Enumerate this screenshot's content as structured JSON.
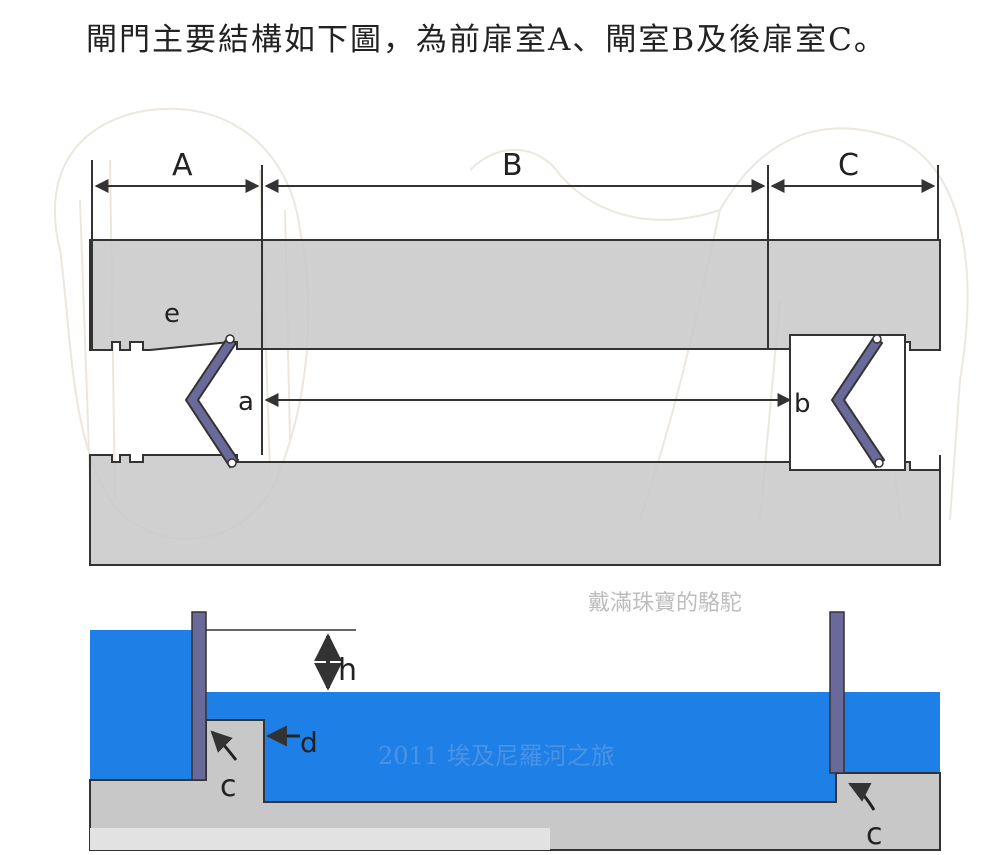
{
  "caption": "閘門主要結構如下圖，為前扉室A、閘室B及後扉室C。",
  "plan_view": {
    "labels": {
      "A": "A",
      "B": "B",
      "C": "C",
      "a": "a",
      "b": "b",
      "e": "e"
    }
  },
  "section_view": {
    "labels": {
      "h": "h",
      "c_left": "c",
      "c_right": "c",
      "d": "d"
    }
  },
  "watermarks": {
    "camel": "戴滿珠寶的駱駝",
    "trip": "2011 埃及尼羅河之旅"
  },
  "colors": {
    "wall_gray": "#c8c8c8",
    "water_blue": "#1e7fe6",
    "gate_purple": "#6a6a9a",
    "line": "#333333"
  }
}
